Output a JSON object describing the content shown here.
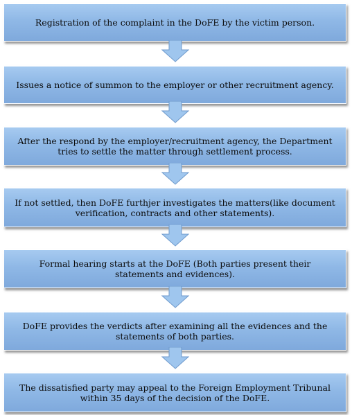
{
  "colors": {
    "box_fill_top": "#a6caf0",
    "box_fill_bottom": "#7fa9dc",
    "arrow_fill": "#9fc6ee",
    "text": "#0b0b0b"
  },
  "steps": [
    "Registration of the complaint in the DoFE by the victim person.",
    "Issues a notice of summon to the employer or other recruitment agency.",
    "After the respond by the employer/recruitment agency, the Department tries to settle the matter through settlement process.",
    "If not settled, then DoFE furthjer investigates the matters(like document verification, contracts and other statements).",
    "Formal hearing starts at the DoFE (Both parties present their statements and evidences).",
    "DoFE provides the verdicts after examining all the evidences and the statements of both parties.",
    "The dissatisfied party may appeal to the Foreign Employment Tribunal within 35 days of the decision of the DoFE."
  ],
  "arrows": [
    {
      "icon": "down-arrow-icon"
    },
    {
      "icon": "down-arrow-icon"
    },
    {
      "icon": "down-arrow-icon"
    },
    {
      "icon": "down-arrow-icon"
    },
    {
      "icon": "down-arrow-icon"
    },
    {
      "icon": "down-arrow-icon"
    }
  ]
}
